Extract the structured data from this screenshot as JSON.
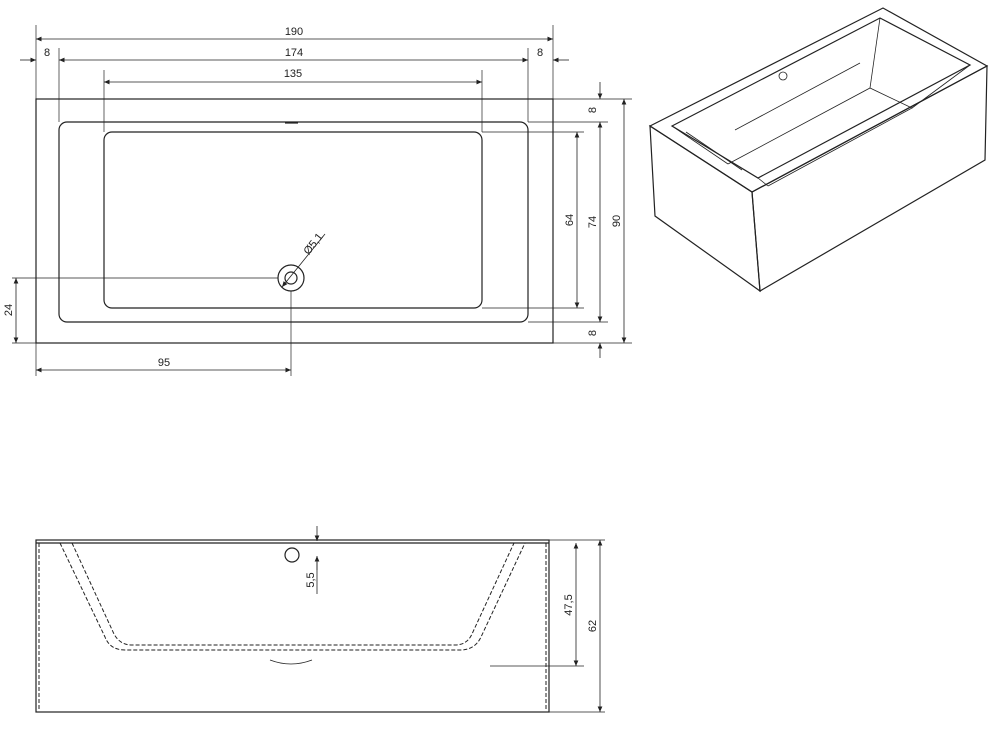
{
  "top_view": {
    "dims": {
      "overall_length": "190",
      "left_rim": "8",
      "inner_length": "174",
      "right_rim": "8",
      "floor_length": "135",
      "right_top_rim": "8",
      "floor_width": "64",
      "inner_width": "74",
      "overall_width": "90",
      "right_bottom_rim": "8",
      "drain_offset_y": "24",
      "drain_offset_x": "95",
      "drain_diameter": "Ø5,1"
    }
  },
  "side_view": {
    "dims": {
      "overflow_offset": "5,5",
      "inner_depth": "47,5",
      "overall_height": "62"
    }
  }
}
